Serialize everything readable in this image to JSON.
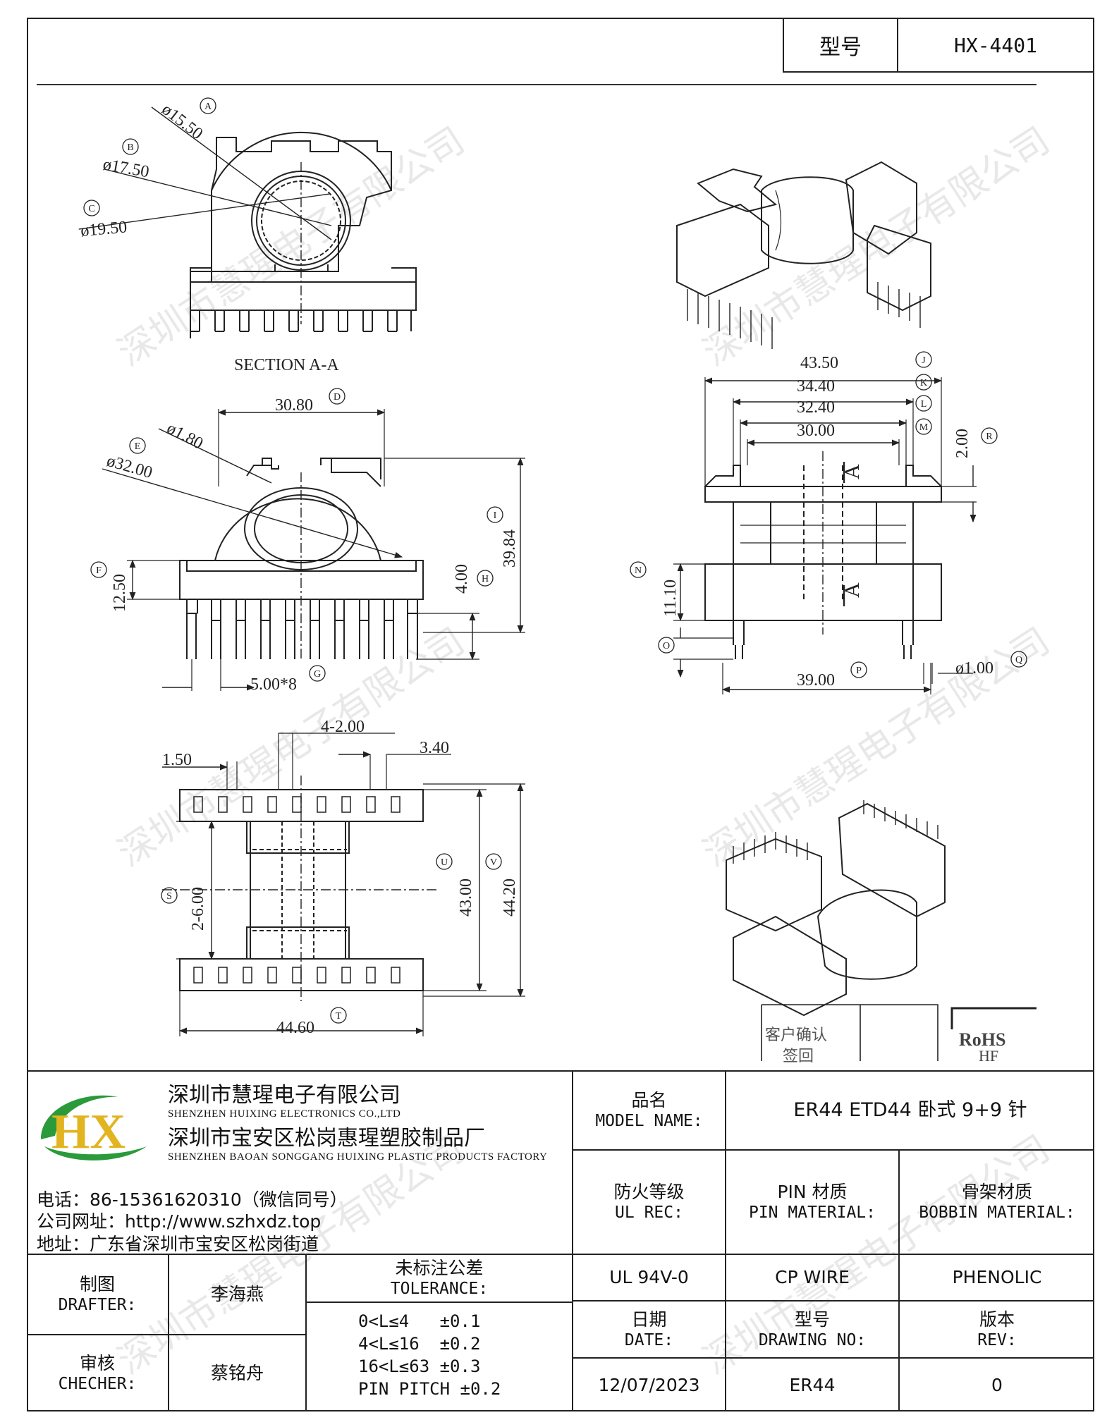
{
  "header": {
    "model_label": "型号",
    "model_value": "HX-4401"
  },
  "drawing": {
    "section_label": "SECTION A-A",
    "dimensions": {
      "a": "ø15.50",
      "b": "ø17.50",
      "c": "ø19.50",
      "d": "30.80",
      "e": "ø32.00",
      "f": "12.50",
      "g": "5.00*8",
      "h": "4.00",
      "i": "39.84",
      "e2": "ø1.80",
      "j": "43.50",
      "k": "34.40",
      "l": "32.40",
      "m": "30.00",
      "n": "11.10",
      "p": "39.00",
      "q": "ø1.00",
      "r": "2.00",
      "top_w1": "4-2.00",
      "top_w2": "3.40",
      "top_w3": "1.50",
      "s": "2-6.00",
      "u": "43.00",
      "v": "44.20",
      "t": "44.60"
    },
    "section_marker": "A",
    "letters": [
      "A",
      "B",
      "C",
      "D",
      "E",
      "F",
      "G",
      "H",
      "I",
      "J",
      "K",
      "L",
      "M",
      "N",
      "O",
      "P",
      "Q",
      "R",
      "S",
      "T",
      "U",
      "V"
    ],
    "customer_confirm": "客户确认",
    "sign": "签回",
    "rohs": "RoHS",
    "hf": "HF"
  },
  "watermark": "深圳市慧瑆电子有限公司",
  "title_block": {
    "logo_text": "HX",
    "company_cn": "深圳市慧瑆电子有限公司",
    "company_en": "SHENZHEN HUIXING ELECTRONICS CO.,LTD",
    "factory_cn": "深圳市宝安区松岗惠瑆塑胶制品厂",
    "factory_en": "SHENZHEN BAOAN SONGGANG HUIXING PLASTIC PRODUCTS FACTORY",
    "phone": "电话：86-15361620310（微信同号）",
    "website": "公司网址：http://www.szhxdz.top",
    "address": "地址：广东省深圳市宝安区松岗街道",
    "model_name_cn": "品名",
    "model_name_en": "MODEL NAME:",
    "model_name_value": "ER44 ETD44 卧式 9+9 针",
    "ul_cn": "防火等级",
    "ul_en": "UL REC:",
    "pin_cn": "PIN 材质",
    "pin_en": "PIN MATERIAL:",
    "bobbin_cn": "骨架材质",
    "bobbin_en": "BOBBIN MATERIAL:",
    "ul_value": "UL 94V-0",
    "pin_value": "CP WIRE",
    "bobbin_value": "PHENOLIC",
    "drafter_cn": "制图",
    "drafter_en": "DRAFTER:",
    "drafter_name": "李海燕",
    "checker_cn": "审核",
    "checker_en": "CHECHER:",
    "checker_name": "蔡铭舟",
    "tolerance_cn": "未标注公差",
    "tolerance_en": "TOLERANCE:",
    "tolerance_lines": [
      "0<L≤4   ±0.1",
      "4<L≤16  ±0.2",
      "16<L≤63 ±0.3",
      "PIN PITCH ±0.2"
    ],
    "date_cn": "日期",
    "date_en": "DATE:",
    "date_value": "12/07/2023",
    "drawing_no_cn": "型号",
    "drawing_no_en": "DRAWING NO:",
    "drawing_no_value": "ER44",
    "rev_cn": "版本",
    "rev_en": "REV:",
    "rev_value": "0"
  }
}
